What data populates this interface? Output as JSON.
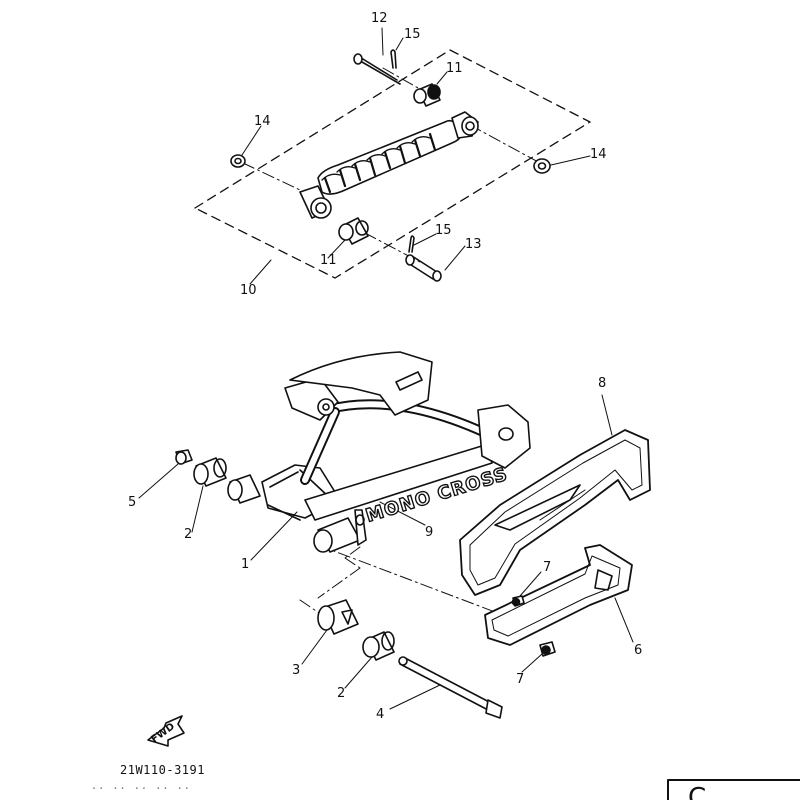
{
  "diagram": {
    "part_numbers": {
      "p1": "1",
      "p2a": "2",
      "p2b": "2",
      "p3": "3",
      "p4": "4",
      "p5": "5",
      "p6": "6",
      "p7a": "7",
      "p7b": "7",
      "p8": "8",
      "p9": "9",
      "p10": "10",
      "p11a": "11",
      "p11b": "11",
      "p12": "12",
      "p13": "13",
      "p14a": "14",
      "p14b": "14",
      "p15a": "15",
      "p15b": "15"
    },
    "swingarm_marking": "MONO CROSS",
    "direction_arrow": "FWD",
    "drawing_code": "21W110-3191",
    "stamp_text": "·· ·· ·· ·· ··",
    "corner_mark": "C"
  }
}
